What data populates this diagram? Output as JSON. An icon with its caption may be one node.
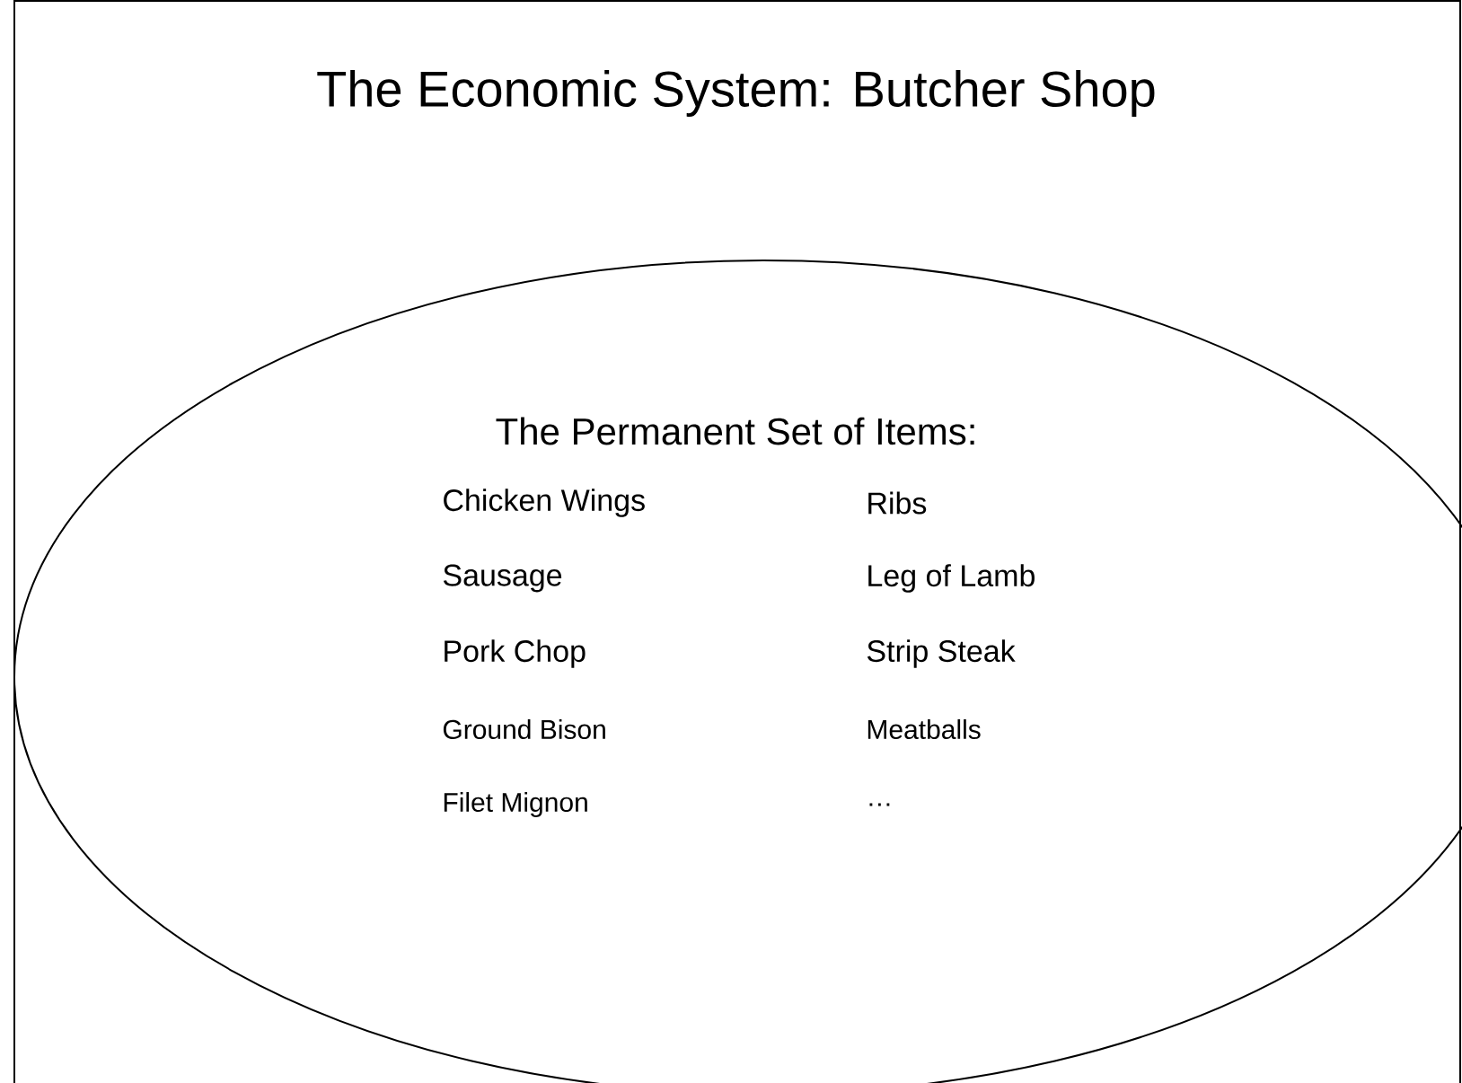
{
  "diagram": {
    "title": "The Economic System: Butcher Shop",
    "nodes": [
      {
        "text": [
          "The Permanent Set of Items:",
          "Chicken Wings",
          "Ribs",
          "Sausage",
          "Leg of Lamb",
          "Pork Chop",
          "Strip Steak",
          "Ground Bison",
          "Meatballs",
          "Filet Mignon",
          "…"
        ]
      }
    ]
  }
}
